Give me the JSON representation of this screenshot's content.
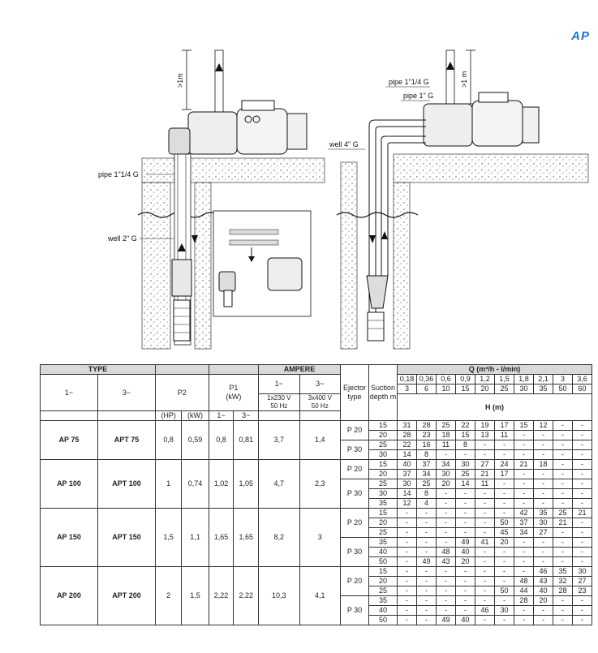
{
  "brand": "AP",
  "figure_labels": {
    "left_height": ">1m",
    "left_pipe": "pipe 1\"1/4 G",
    "left_well": "well 2\" G",
    "right_height": ">1 m",
    "right_pipe1": "pipe 1\"1/4 G",
    "right_pipe2": "pipe 1\" G",
    "right_well": "well 4\" G"
  },
  "table": {
    "type_header": "TYPE",
    "col_1ph": "1~",
    "col_3ph": "3~",
    "p2_header": "P2",
    "p2_hp": "(HP)",
    "p2_kw": "(kW)",
    "p1_header": "P1\n(kW)",
    "p1_1ph": "1~",
    "p1_3ph": "3~",
    "ampere_header": "AMPERE",
    "amp_1ph": "1~",
    "amp_3ph": "3~",
    "amp_1ph_volt": "1x230 V",
    "amp_1ph_hz": "50 Hz",
    "amp_3ph_volt": "3x400 V",
    "amp_3ph_hz": "50 Hz",
    "ejector_header": "Ejector type",
    "suction_header": "Suction depth m",
    "q_header": "Q (m³/h - l/min)",
    "h_header": "H (m)",
    "q_m3h": [
      "0,18",
      "0,36",
      "0,6",
      "0,9",
      "1,2",
      "1,5",
      "1,8",
      "2,1",
      "3",
      "3,6"
    ],
    "q_lmin": [
      "3",
      "6",
      "10",
      "15",
      "20",
      "25",
      "30",
      "35",
      "50",
      "60"
    ],
    "models": [
      {
        "name_1ph": "AP 75",
        "name_3ph": "APT 75",
        "hp": "0,8",
        "kw": "0,59",
        "p1_1": "0,8",
        "p1_3": "0,81",
        "amp_1": "3,7",
        "amp_3": "1,4",
        "ejectors": [
          {
            "type": "P 20",
            "rows": [
              [
                "15",
                "31",
                "28",
                "25",
                "22",
                "19",
                "17",
                "15",
                "12",
                "-",
                "-"
              ],
              [
                "20",
                "28",
                "23",
                "18",
                "15",
                "13",
                "11",
                "-",
                "-",
                "-",
                "-"
              ]
            ]
          },
          {
            "type": "P 30",
            "rows": [
              [
                "25",
                "22",
                "16",
                "11",
                "8",
                "-",
                "-",
                "-",
                "-",
                "-",
                "-"
              ],
              [
                "30",
                "14",
                "8",
                "-",
                "-",
                "-",
                "-",
                "-",
                "-",
                "-",
                "-"
              ]
            ]
          }
        ]
      },
      {
        "name_1ph": "AP 100",
        "name_3ph": "APT 100",
        "hp": "1",
        "kw": "0,74",
        "p1_1": "1,02",
        "p1_3": "1,05",
        "amp_1": "4,7",
        "amp_3": "2,3",
        "ejectors": [
          {
            "type": "P 20",
            "rows": [
              [
                "15",
                "40",
                "37",
                "34",
                "30",
                "27",
                "24",
                "21",
                "18",
                "-",
                "-"
              ],
              [
                "20",
                "37",
                "34",
                "30",
                "25",
                "21",
                "17",
                "-",
                "-",
                "-",
                "-"
              ]
            ]
          },
          {
            "type": "P 30",
            "rows": [
              [
                "25",
                "30",
                "25",
                "20",
                "14",
                "11",
                "-",
                "-",
                "-",
                "-",
                "-"
              ],
              [
                "30",
                "14",
                "8",
                "-",
                "-",
                "-",
                "-",
                "-",
                "-",
                "-",
                "-"
              ],
              [
                "35",
                "12",
                "4",
                "-",
                "-",
                "-",
                "-",
                "-",
                "-",
                "-",
                "-"
              ]
            ]
          }
        ]
      },
      {
        "name_1ph": "AP 150",
        "name_3ph": "APT 150",
        "hp": "1,5",
        "kw": "1,1",
        "p1_1": "1,65",
        "p1_3": "1,65",
        "amp_1": "8,2",
        "amp_3": "3",
        "ejectors": [
          {
            "type": "P 20",
            "rows": [
              [
                "15",
                "-",
                "-",
                "-",
                "-",
                "-",
                "-",
                "42",
                "35",
                "25",
                "21"
              ],
              [
                "20",
                "-",
                "-",
                "-",
                "-",
                "-",
                "50",
                "37",
                "30",
                "21",
                "-"
              ],
              [
                "25",
                "-",
                "-",
                "-",
                "-",
                "-",
                "45",
                "34",
                "27",
                "-",
                "-"
              ]
            ]
          },
          {
            "type": "P 30",
            "rows": [
              [
                "35",
                "-",
                "-",
                "-",
                "49",
                "41",
                "20",
                "-",
                "-",
                "-",
                "-"
              ],
              [
                "40",
                "-",
                "-",
                "48",
                "40",
                "-",
                "-",
                "-",
                "-",
                "-",
                "-"
              ],
              [
                "50",
                "-",
                "49",
                "43",
                "20",
                "-",
                "-",
                "-",
                "-",
                "-",
                "-"
              ]
            ]
          }
        ]
      },
      {
        "name_1ph": "AP 200",
        "name_3ph": "APT 200",
        "hp": "2",
        "kw": "1,5",
        "p1_1": "2,22",
        "p1_3": "2,22",
        "amp_1": "10,3",
        "amp_3": "4,1",
        "ejectors": [
          {
            "type": "P 20",
            "rows": [
              [
                "15",
                "-",
                "-",
                "-",
                "-",
                "-",
                "-",
                "-",
                "46",
                "35",
                "30"
              ],
              [
                "20",
                "-",
                "-",
                "-",
                "-",
                "-",
                "-",
                "48",
                "43",
                "32",
                "27"
              ],
              [
                "25",
                "-",
                "-",
                "-",
                "-",
                "-",
                "50",
                "44",
                "40",
                "28",
                "23"
              ]
            ]
          },
          {
            "type": "P 30",
            "rows": [
              [
                "35",
                "-",
                "-",
                "-",
                "-",
                "-",
                "-",
                "28",
                "20",
                "-",
                "-"
              ],
              [
                "40",
                "-",
                "-",
                "-",
                "-",
                "46",
                "30",
                "-",
                "-",
                "-",
                "-"
              ],
              [
                "50",
                "-",
                "-",
                "49",
                "40",
                "-",
                "-",
                "-",
                "-",
                "-",
                "-"
              ]
            ]
          }
        ]
      }
    ]
  }
}
